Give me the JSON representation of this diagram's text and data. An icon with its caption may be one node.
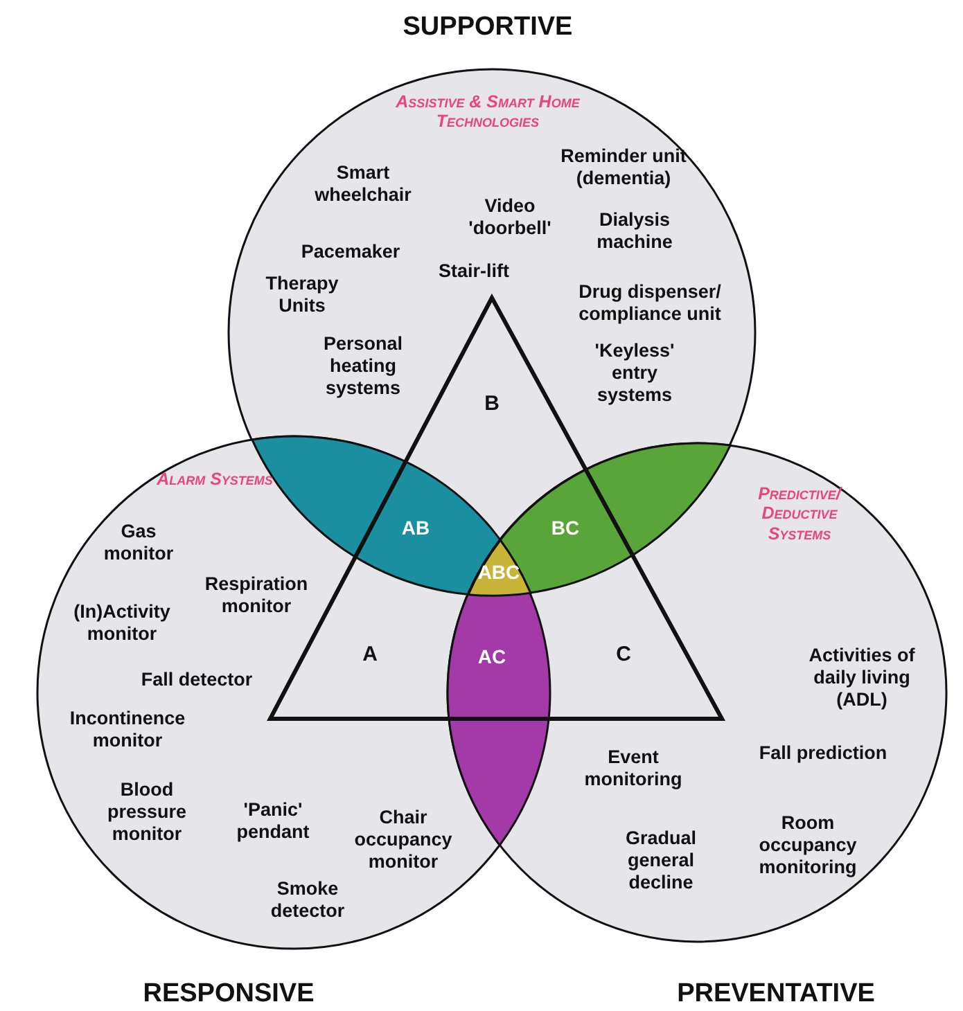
{
  "diagram": {
    "nodes": [
      {
        "text": [
          "SUPPORTIVE",
          "Assistive & Smart Home Technologies"
        ]
      },
      {
        "text": [
          "Alarm Systems",
          "RESPONSIVE"
        ]
      },
      {
        "text": [
          "Predictive/ Deductive Systems",
          "PREVENTATIVE"
        ]
      },
      {
        "text": [
          "AB"
        ]
      },
      {
        "text": [
          "BC"
        ]
      },
      {
        "text": [
          "ABC"
        ]
      },
      {
        "text": [
          "AC"
        ]
      }
    ],
    "edges": [],
    "labels": [
      "Reminder unit (dementia)",
      "Smart wheelchair",
      "Video 'doorbell'",
      "Dialysis machine",
      "Pacemaker",
      "Stair-lift",
      "Therapy Units",
      "Drug dispenser/ compliance unit",
      "Personal heating systems",
      "'Keyless' entry systems",
      "B",
      "Gas monitor",
      "Respiration monitor",
      "(In)Activity monitor",
      "A",
      "C",
      "Fall detector",
      "Activities of daily living (ADL)",
      "Incontinence monitor",
      "Fall prediction",
      "Event monitoring",
      "Blood pressure monitor",
      "'Panic' pendant",
      "Chair occupancy monitor",
      "Room occupancy monitoring",
      "Gradual general decline",
      "Smoke detector"
    ]
  }
}
